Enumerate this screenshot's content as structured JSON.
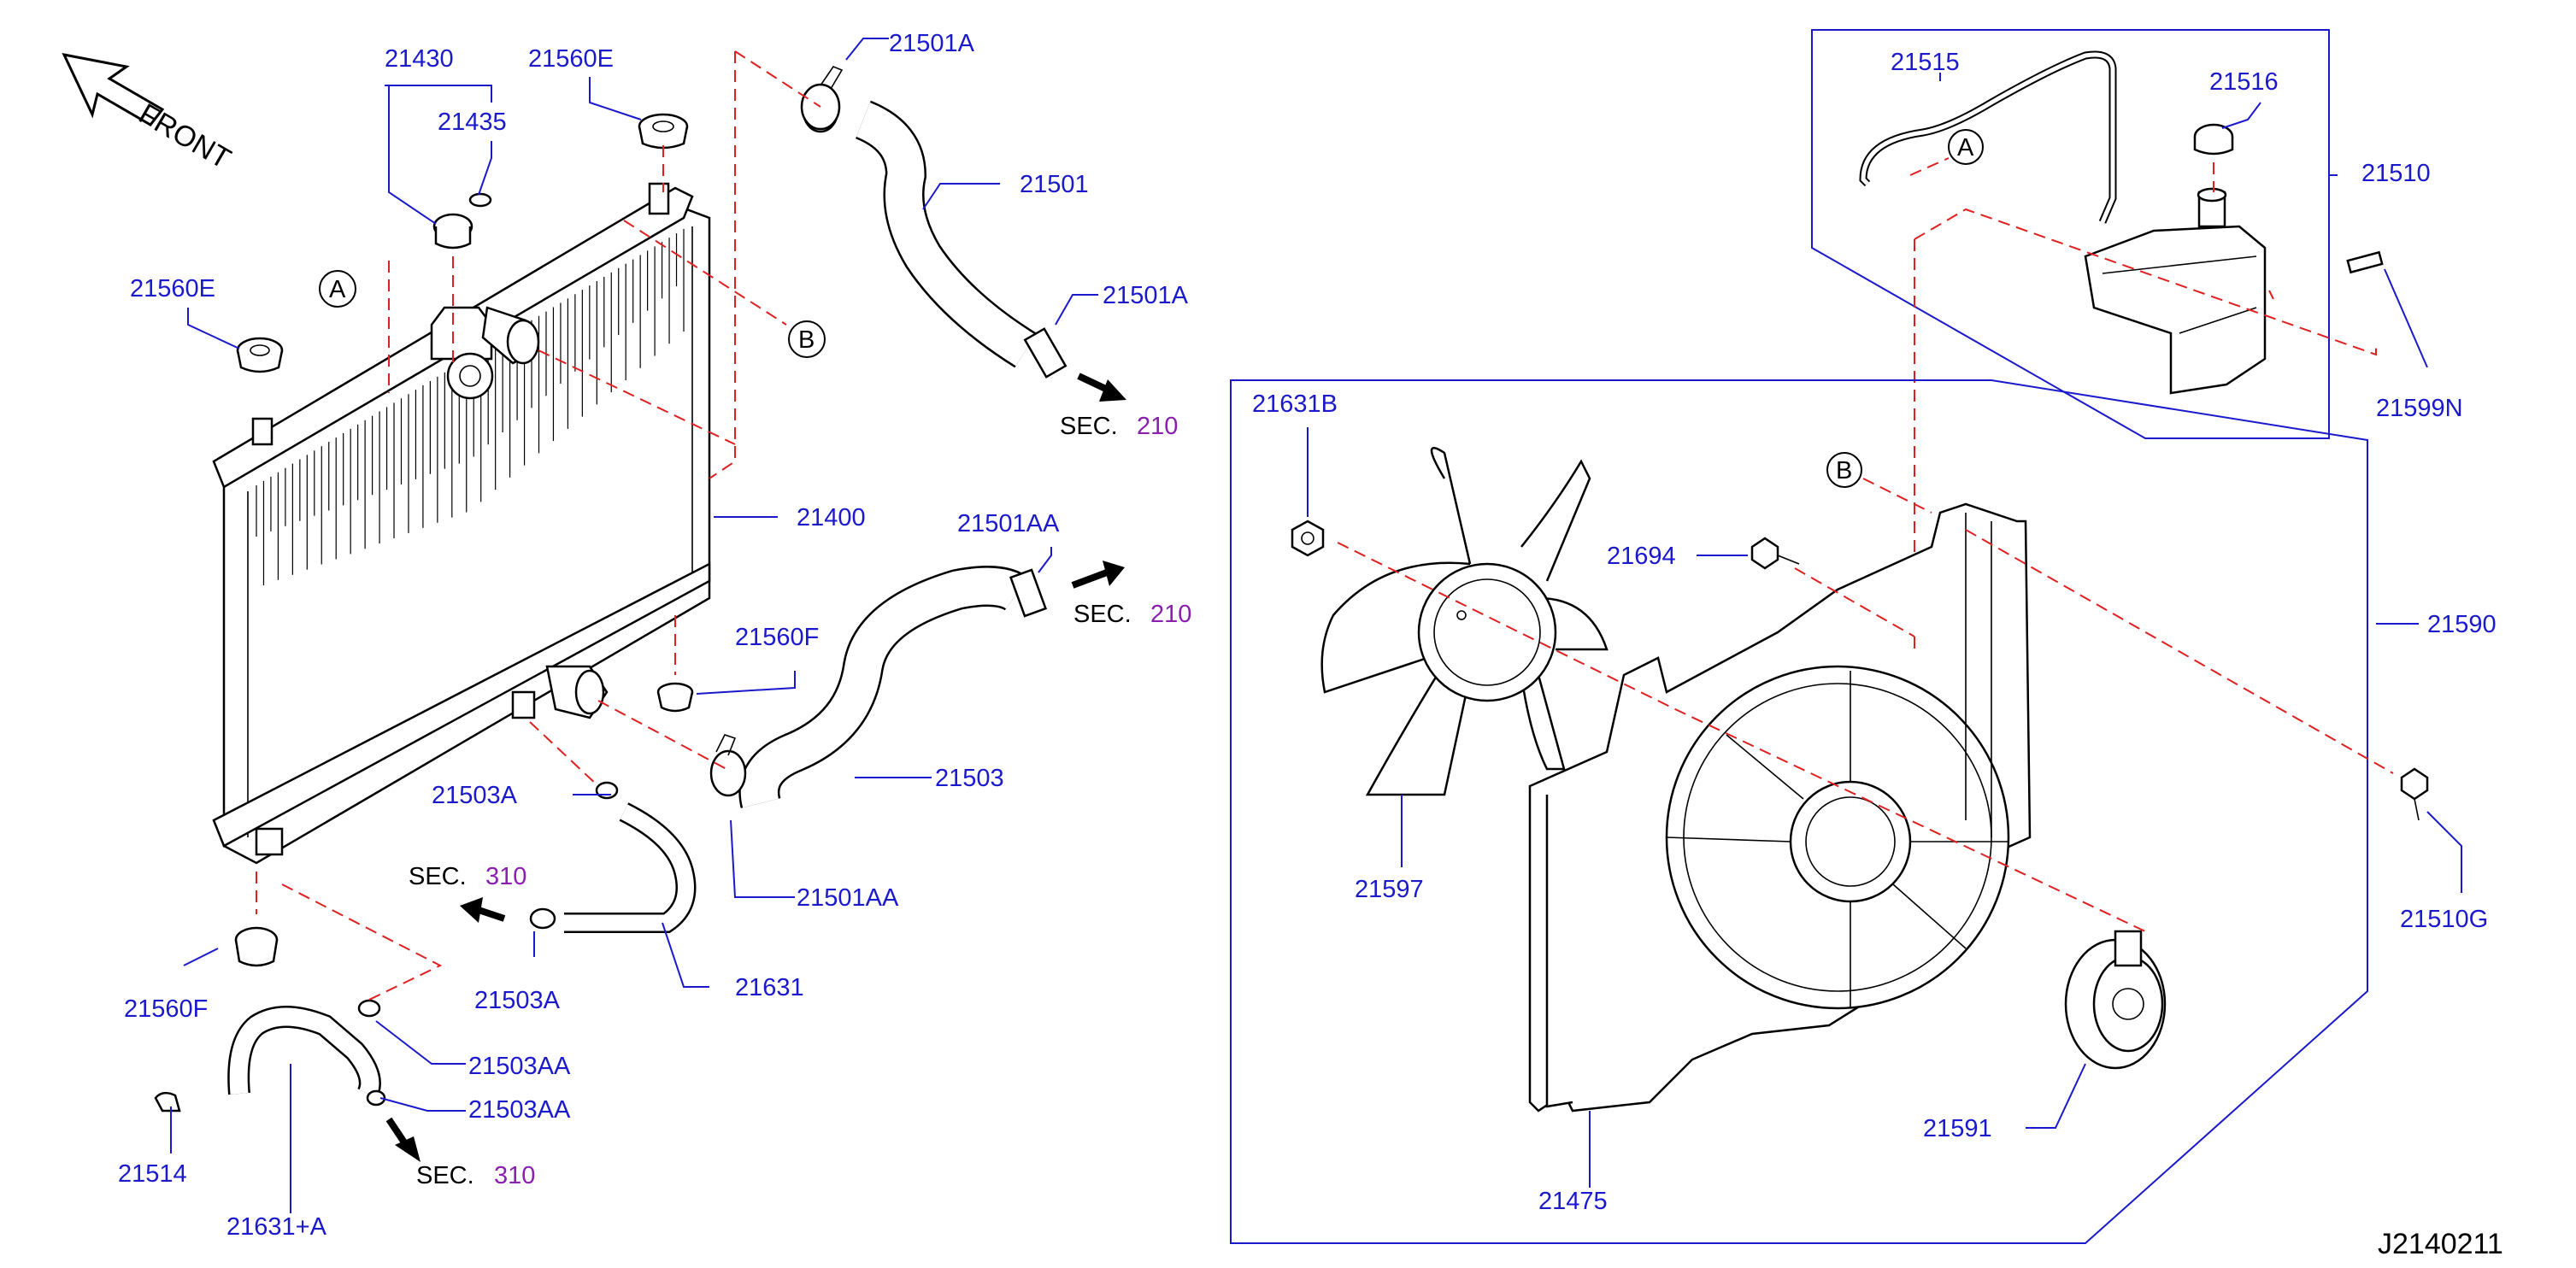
{
  "orientation": {
    "front_label": "FRONT"
  },
  "diagram_code": "J2140211",
  "part_labels": {
    "p21430": "21430",
    "p21435": "21435",
    "p21560E_top": "21560E",
    "p21560E_left": "21560E",
    "p21501A_top": "21501A",
    "p21501": "21501",
    "p21501A_right": "21501A",
    "p21400": "21400",
    "p21501AA_top": "21501AA",
    "p21560F_right": "21560F",
    "p21503": "21503",
    "p21503A_upper": "21503A",
    "p21501AA_lower": "21501AA",
    "p21503A_lower": "21503A",
    "p21631": "21631",
    "p21560F_left": "21560F",
    "p21503AA_1": "21503AA",
    "p21503AA_2": "21503AA",
    "p21514": "21514",
    "p21631A": "21631+A",
    "p21515": "21515",
    "p21516": "21516",
    "p21510": "21510",
    "p21599N": "21599N",
    "p21631B": "21631B",
    "p21694": "21694",
    "p21590": "21590",
    "p21597": "21597",
    "p21510G": "21510G",
    "p21591": "21591",
    "p21475": "21475"
  },
  "section_refs": {
    "sec210_a": {
      "prefix": "SEC.",
      "number": "210"
    },
    "sec210_b": {
      "prefix": "SEC.",
      "number": "210"
    },
    "sec310_a": {
      "prefix": "SEC.",
      "number": "310"
    },
    "sec310_b": {
      "prefix": "SEC.",
      "number": "310"
    }
  },
  "callouts": {
    "a_left": "A",
    "b_left": "B",
    "a_right": "A",
    "b_right": "B"
  },
  "colors": {
    "label_blue": "#1a1acc",
    "section_purple": "#8a1fb0",
    "dashed_red": "#e02020",
    "line_black": "#000000"
  }
}
